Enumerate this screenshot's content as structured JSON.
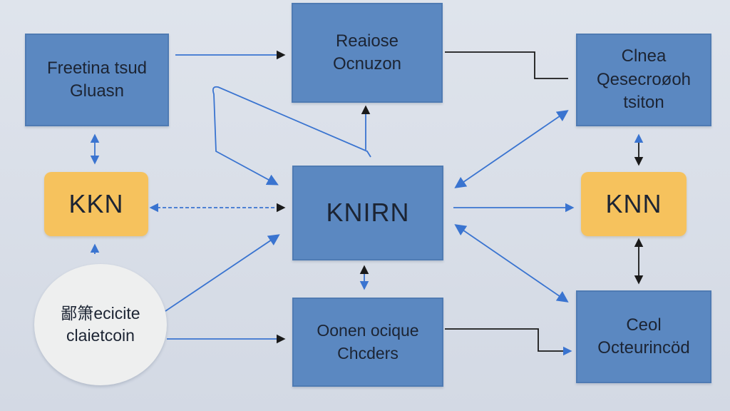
{
  "nodes": {
    "top_left": {
      "lines": [
        "Freetina tsud",
        "Gluasn"
      ]
    },
    "top_center": {
      "lines": [
        "Reaiose",
        "Ocnuzon"
      ]
    },
    "top_right": {
      "lines": [
        "Clnea",
        "Qesecroøoh",
        "tsiton"
      ]
    },
    "mid_left": {
      "lines": [
        "KKN"
      ]
    },
    "center": {
      "lines": [
        "KNIRN"
      ]
    },
    "mid_right": {
      "lines": [
        "KNN"
      ]
    },
    "bottom_left_circle": {
      "lines": [
        "鄙箫ecicite",
        "claietcoin"
      ]
    },
    "bottom_center": {
      "lines": [
        "Oonen ocique",
        "Chcders"
      ]
    },
    "bottom_right": {
      "lines": [
        "Ceol",
        "Octeurincöd"
      ]
    }
  },
  "colors": {
    "background": "#d7dde7",
    "blue_box": "#5b88c1",
    "orange_box": "#f6c25d",
    "circle": "#eeefef",
    "arrow_blue": "#3a74d0",
    "arrow_dark": "#1a1a1a"
  }
}
